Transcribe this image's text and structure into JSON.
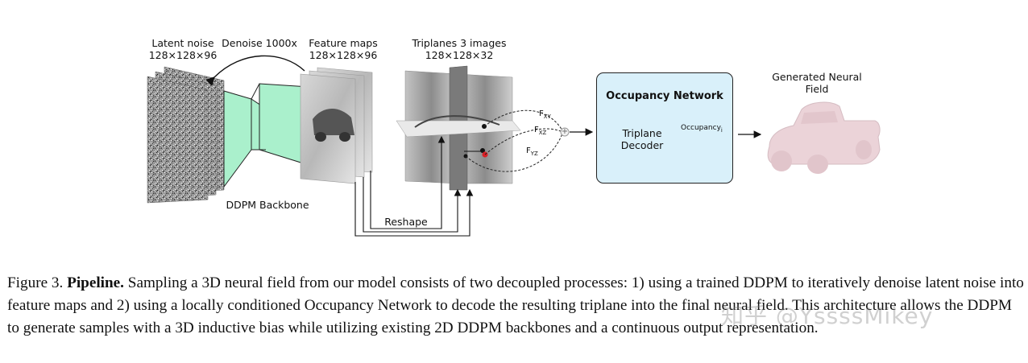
{
  "diagram": {
    "latent_noise": {
      "title": "Latent noise",
      "dims": "128×128×96"
    },
    "denoise": "Denoise 1000x",
    "feature_maps": {
      "title": "Feature maps",
      "dims": "128×128×96"
    },
    "triplanes": {
      "title": "Triplanes 3 images",
      "dims": "128×128×32"
    },
    "backbone": "DDPM Backbone",
    "reshape": "Reshape",
    "features": {
      "xy": "F",
      "xy_sub": "XY",
      "xz": "F",
      "xz_sub": "XZ",
      "yz": "F",
      "yz_sub": "YZ"
    },
    "sum_symbol": "+",
    "occupancy_network": "Occupancy Network",
    "decoder": {
      "line1": "Triplane",
      "line2": "Decoder"
    },
    "occupancy_out": "Occupancy",
    "occupancy_sub": "i",
    "generated": {
      "line1": "Generated Neural",
      "line2": "Field"
    },
    "colors": {
      "backbone_fill": "#aaf0cc",
      "occ_fill": "#d9f0fa",
      "decoder_fill": "#a6f5c8",
      "point_red": "#d81f26",
      "car": "#ebd3d8"
    }
  },
  "caption": {
    "label": "Figure 3.",
    "bold": "Pipeline.",
    "text": "Sampling a 3D neural field from our model consists of two decoupled processes: 1) using a trained DDPM to iteratively denoise latent noise into feature maps and 2) using a locally conditioned Occupancy Network to decode the resulting triplane into the final neural field. This architecture allows the DDPM to generate samples with a 3D inductive bias while utilizing existing 2D DDPM backbones and a continuous output representation."
  },
  "watermark": "知乎 @YssssMikey"
}
